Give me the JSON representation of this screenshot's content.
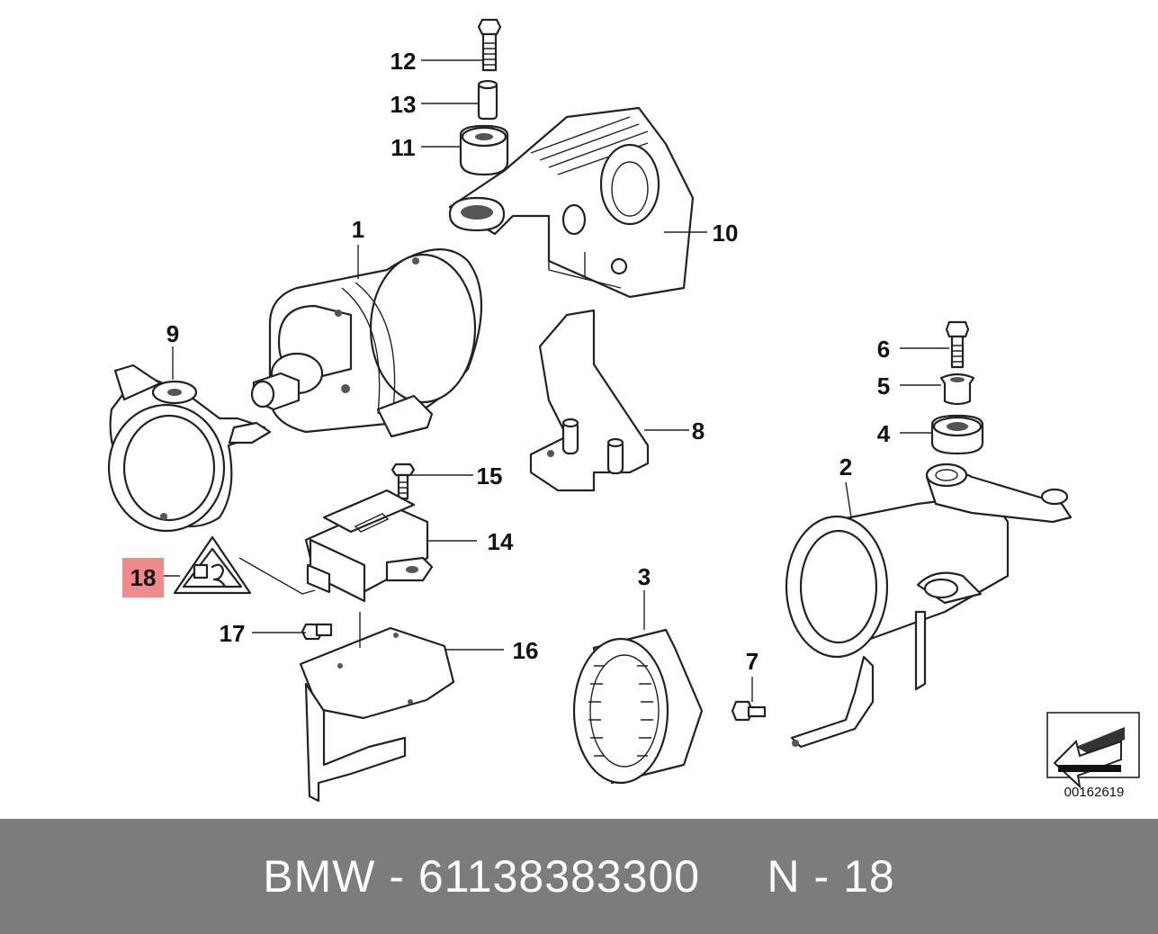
{
  "diagram": {
    "catalog_number": "00162619",
    "callouts": [
      "1",
      "2",
      "3",
      "4",
      "5",
      "6",
      "7",
      "8",
      "9",
      "10",
      "11",
      "12",
      "13",
      "14",
      "15",
      "16",
      "17",
      "18"
    ],
    "highlighted_callout": "18",
    "highlight_color": "#f08a8a"
  },
  "footer": {
    "text": "BMW - 61138383300     N - 18",
    "background": "#7c7c7c",
    "text_color": "#ffffff"
  }
}
